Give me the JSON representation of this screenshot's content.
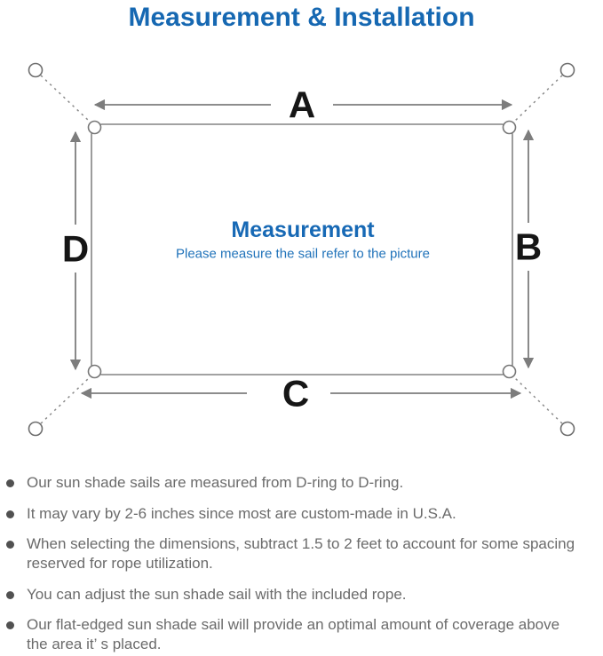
{
  "title": "Measurement & Installation",
  "colors": {
    "title_blue": "#1668b2",
    "center_text_blue": "#1769b5",
    "line_gray": "#7d7d7d",
    "dimension_label_black": "#161616",
    "note_text_gray": "#6b6b6b"
  },
  "diagram": {
    "labels": {
      "top": "A",
      "right": "B",
      "bottom": "C",
      "left": "D"
    },
    "center_title": "Measurement",
    "center_subtitle": "Please measure the sail refer to the picture"
  },
  "instructions": [
    {
      "lines": [
        "Our sun shade sails are measured from D-ring to D-ring."
      ]
    },
    {
      "lines": [
        "It may vary by 2-6 inches since most are custom-made in U.S.A."
      ]
    },
    {
      "lines": [
        "When selecting the dimensions, subtract 1.5 to 2 feet to account for some spacing",
        "reserved for rope utilization."
      ]
    },
    {
      "lines": [
        "You can adjust the sun shade sail with the included rope."
      ]
    },
    {
      "lines": [
        "Our flat-edged sun shade sail will provide an optimal amount of coverage above",
        "the area it’ s placed."
      ]
    }
  ]
}
